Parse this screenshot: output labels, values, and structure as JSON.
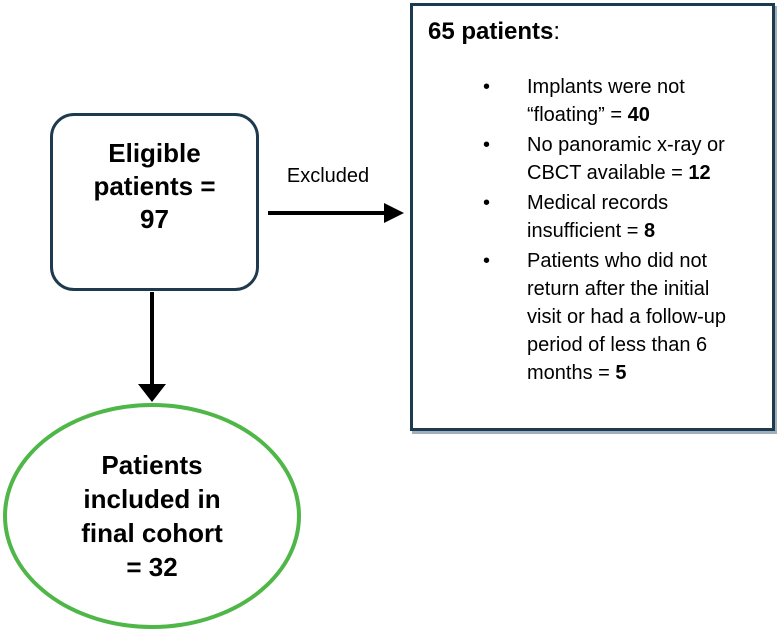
{
  "flowchart": {
    "eligible_box": {
      "text": "Eligible\npatients =\n97"
    },
    "excluded_arrow": {
      "label": "Excluded"
    },
    "exclusion_box": {
      "title_bold": "65 patients",
      "title_suffix": ":",
      "items": [
        {
          "text": "Implants were not “floating” = ",
          "value": "40"
        },
        {
          "text": "No panoramic x-ray or CBCT available = ",
          "value": "12"
        },
        {
          "text": "Medical records insufficient = ",
          "value": "8"
        },
        {
          "text": "Patients who did not return after the initial visit or had a follow-up period of less than 6 months = ",
          "value": "5"
        }
      ]
    },
    "final_ellipse": {
      "text": "Patients\nincluded in\nfinal cohort\n= 32"
    }
  },
  "colors": {
    "outline": "#1d3a4f",
    "ellipse": "#4fb748",
    "arrow": "#000000"
  }
}
